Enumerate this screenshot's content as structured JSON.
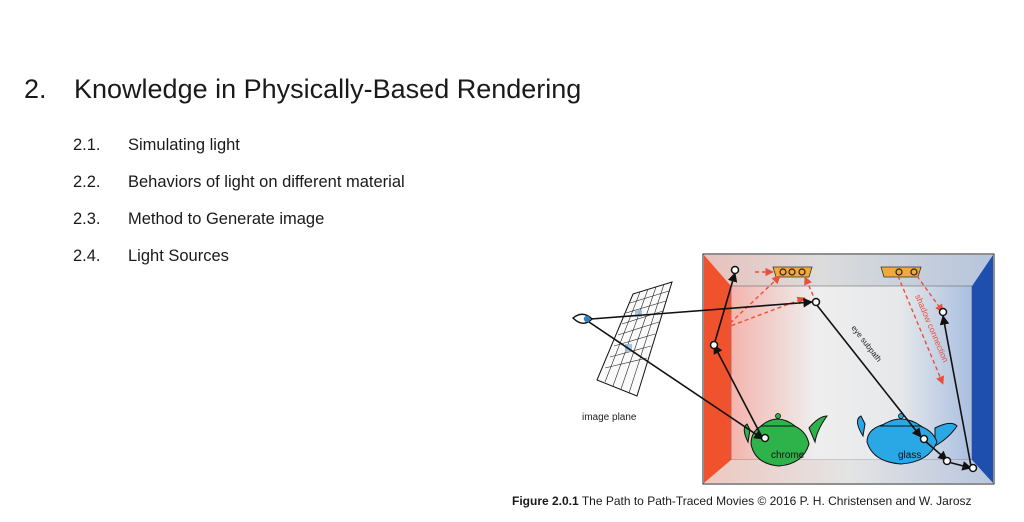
{
  "section": {
    "number": "2.",
    "title": "Knowledge in Physically-Based Rendering"
  },
  "subsections": [
    {
      "number": "2.1.",
      "title": "Simulating light"
    },
    {
      "number": "2.2.",
      "title": "Behaviors of light on different material"
    },
    {
      "number": "2.3.",
      "title": "Method to Generate image"
    },
    {
      "number": "2.4.",
      "title": "Light Sources"
    }
  ],
  "figure": {
    "labels": {
      "image_plane": "image plane",
      "eye_subpath": "eye subpath",
      "shadow_connection": "shadow connection",
      "chrome": "chrome",
      "glass": "glass"
    },
    "caption_label": "Figure 2.0.1",
    "caption_text": " The Path to Path-Traced Movies © 2016 P. H. Christensen and W. Jarosz",
    "colors": {
      "left_wall": "#f0522e",
      "right_wall": "#1e4fae",
      "chrome_teapot": "#2db34a",
      "glass_teapot": "#2aa8e6",
      "light_fixture": "#f2a93b",
      "shadow_ray": "#e8503a",
      "path": "#111111"
    }
  }
}
